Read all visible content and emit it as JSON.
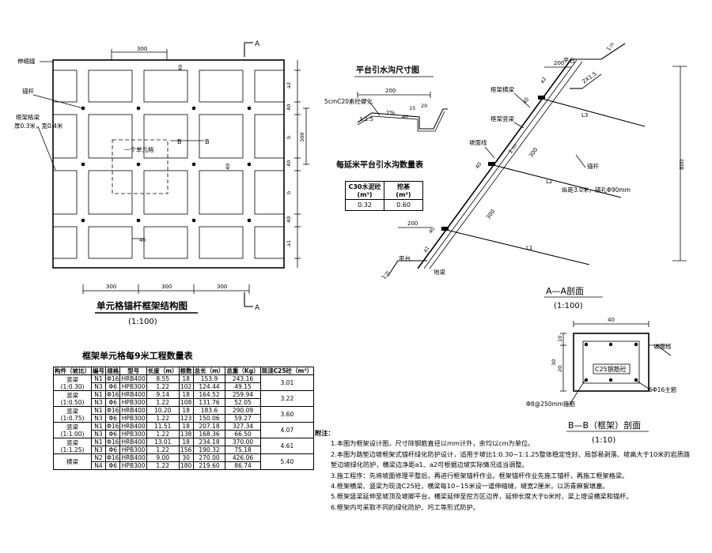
{
  "frame_plan": {
    "title": "单元格锚杆框架结构图",
    "scale": "(1:100)",
    "section_mark": "A",
    "section_b": "B",
    "dim_300": "300",
    "dim_40": "40",
    "dim_a2": "a2",
    "dim_a1": "a1",
    "dim_b": "b",
    "unit_cell": "一个单元格",
    "label_joint": "伸缩缝",
    "label_anchor": "锚杆",
    "label_beam": "框架格梁",
    "label_beam_size": "厚0.3米，宽0.4米"
  },
  "ditch": {
    "title": "平台引水沟尺寸图",
    "dim_200": "200",
    "dim_15": "15",
    "dim_40": "40",
    "dim_20": "20",
    "slope_2": "2%",
    "slope_15": "1:1.5",
    "label_mortar": "5cmC20素砼硬化",
    "table_title": "每延米平台引水沟数量表",
    "col1": "C30水泥砼",
    "col1_unit": "(m³)",
    "col2": "挖基",
    "col2_unit": "(m³)",
    "val1": "0.32",
    "val2": "0.60"
  },
  "profile": {
    "label_platform_top": "平台",
    "label_platform_bottom": "平台",
    "label_cross_beam": "框架横梁",
    "label_vert_beam": "框架竖梁",
    "label_slope_line": "坡面线",
    "label_anchor": "锚杆",
    "label_anchor_detail": "纵距3.0米，锚孔Φ90mm",
    "label_ground_beam": "地梁",
    "slope_1n_top": "1:n",
    "slope_1n_bottom": "1:n",
    "slope_1m": "1:m",
    "slope_2x15": "2X1.5",
    "dim_200_top": "200",
    "dim_200_bottom": "200",
    "dim_300_1": "300",
    "dim_300_2": "300",
    "dim_40_1": "40",
    "dim_40_2": "40",
    "dim_40_3": "40",
    "dim_800": "800",
    "dim_a1": "a1",
    "dim_a2": "a2",
    "l1": "L1",
    "l2": "L2",
    "l3": "L3"
  },
  "section_aa": {
    "title": "A—A剖面",
    "scale": "(1:100)",
    "dim_40": "40",
    "dim_30": "30",
    "dim_10": "10",
    "dim_20": "20",
    "label_concrete": "C25钢筋砼",
    "label_slope": "坡面线",
    "label_bars": "6Φ16主筋",
    "label_stirrup": "Φ8@250mm箍筋"
  },
  "section_bb": {
    "title": "B—B（框架）剖面",
    "scale": "(1:10)"
  },
  "qty_table": {
    "title": "框架单元格每9米工程数量表",
    "headers": [
      "构件（坡比）",
      "编号",
      "规格",
      "型号",
      "长度（m）",
      "根数",
      "总长（m）",
      "总重（Kg）",
      "现浇C25砼（m³）"
    ],
    "rows": [
      {
        "member": "竖梁",
        "ratio": "(1:0.30)",
        "r1": [
          "N1",
          "Φ16",
          "HRB400",
          "8.55",
          "18",
          "153.9",
          "243.16"
        ],
        "r2": [
          "N3",
          "Φ6",
          "HPB300",
          "1.22",
          "102",
          "124.44",
          "49.15"
        ],
        "vol": "3.01"
      },
      {
        "member": "竖梁",
        "ratio": "(1:0.50)",
        "r1": [
          "N1",
          "Φ16",
          "HRB400",
          "9.14",
          "18",
          "164.52",
          "259.94"
        ],
        "r2": [
          "N3",
          "Φ6",
          "HPB300",
          "1.22",
          "108",
          "131.76",
          "52.05"
        ],
        "vol": "3.22"
      },
      {
        "member": "竖梁",
        "ratio": "(1:0.75)",
        "r1": [
          "N1",
          "Φ16",
          "HRB400",
          "10.20",
          "18",
          "183.6",
          "290.09"
        ],
        "r2": [
          "N3",
          "Φ6",
          "HPB300",
          "1.22",
          "123",
          "150.06",
          "59.27"
        ],
        "vol": "3.60"
      },
      {
        "member": "竖梁",
        "ratio": "(1:1.00)",
        "r1": [
          "N1",
          "Φ16",
          "HRB400",
          "11.51",
          "18",
          "207.18",
          "327.34"
        ],
        "r2": [
          "N3",
          "Φ6",
          "HPB300",
          "1.22",
          "138",
          "168.36",
          "66.50"
        ],
        "vol": "4.07"
      },
      {
        "member": "竖梁",
        "ratio": "(1:1.25)",
        "r1": [
          "N1",
          "Φ16",
          "HRB400",
          "13.01",
          "18",
          "234.18",
          "370.00"
        ],
        "r2": [
          "N3",
          "Φ6",
          "HPB300",
          "1.22",
          "156",
          "190.32",
          "75.18"
        ],
        "vol": "4.61"
      },
      {
        "member": "横梁",
        "ratio": "",
        "r1": [
          "N2",
          "Φ16",
          "HRB400",
          "9.00",
          "30",
          "270.00",
          "426.06"
        ],
        "r2": [
          "N4",
          "Φ6",
          "HPB300",
          "1.22",
          "180",
          "219.60",
          "86.74"
        ],
        "vol": "5.40"
      }
    ]
  },
  "notes": {
    "heading": "附注：",
    "items": [
      "1.本图为框架设计图，尺寸除钢筋直径以mm计外，余均以cm为单位。",
      "2.本图为路堑边坡框架式锚杆绿化防护设计，适用于坡比1:0.30~1:1.25整体稳定性好、局部易剥落、坡高大于10米的岩质路",
      "   堑边坡绿化防护，横梁边净距a1、a2可根据边坡实际情况适当调整。",
      "3.施工程序：先将坡面修理平整后，再进行框架锚杆作业。框架锚杆作业先施工锚杆，再施工框架格梁。",
      "4.框架横梁、竖梁为现浇C25砼，横梁每10~15米设一道伸缩缝，缝宽2厘米，以沥青麻絮填塞。",
      "5.框架竖梁延伸至坡顶及坡脚平台，横梁延伸至挖方区边界，延伸长度大于b米时，梁上增设横梁和锚杆。",
      "6.框架内可采取不同的绿化防护、圬工等形式防护。"
    ]
  }
}
